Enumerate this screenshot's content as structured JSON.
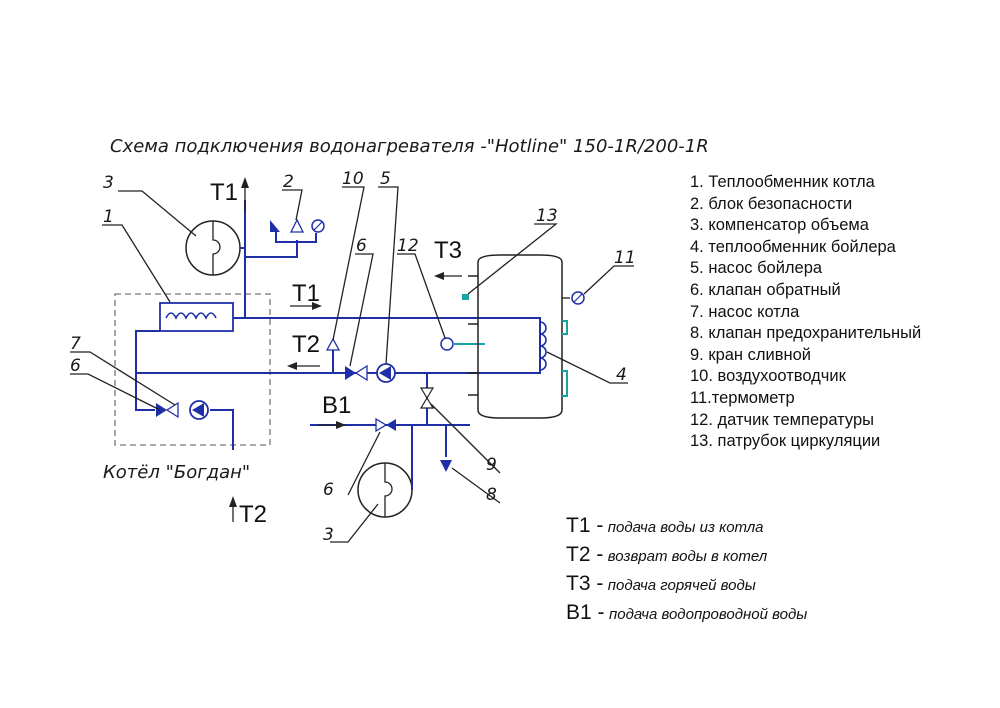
{
  "title": "Схема подключения водонагревателя -\"Hotline\" 150-1R/200-1R",
  "boiler_label": "Котёл \"Богдан\"",
  "streams": {
    "T1": "T1",
    "T2": "T2",
    "T3": "T3",
    "B1": "B1"
  },
  "callouts": [
    "1",
    "2",
    "3",
    "4",
    "5",
    "6",
    "7",
    "8",
    "9",
    "10",
    "11",
    "12",
    "13"
  ],
  "legend": [
    "1. Теплообменник котла",
    "2. блок безопасности",
    "3. компенсатор объема",
    "4. теплообменник бойлера",
    "5. насос бойлера",
    "6. клапан обратный",
    "7. насос котла",
    "8. клапан предохранительный",
    "9. кран сливной",
    "10. воздухоотводчик",
    "11.термометр",
    "12. датчик температуры",
    "13. патрубок циркуляции"
  ],
  "stream_legend": [
    {
      "code": "T1 -",
      "desc": "подача воды из котла"
    },
    {
      "code": "T2 -",
      "desc": "возврат воды в котел"
    },
    {
      "code": "T3 -",
      "desc": "подача горячей воды"
    },
    {
      "code": "B1 -",
      "desc": "подача водопроводной воды"
    }
  ],
  "colors": {
    "pipe": "#1f2fa8",
    "lines": "#222222",
    "water_valve": "#1aa3a3"
  }
}
